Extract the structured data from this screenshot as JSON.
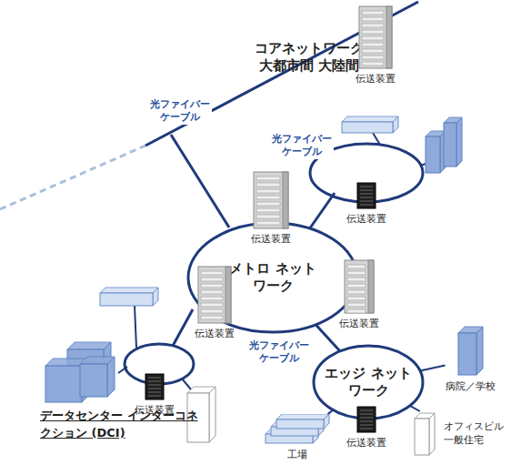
{
  "diagram": {
    "nodes": [
      {
        "text": [
          "伝送装置"
        ]
      },
      {
        "text": [
          "伝送装置"
        ]
      },
      {
        "text": [
          "伝送装置"
        ]
      },
      {
        "text": [
          "メトロ ネットワーク"
        ]
      },
      {
        "text": [
          "伝送装置"
        ]
      },
      {
        "text": [
          "伝送装置"
        ]
      },
      {
        "text": [
          "伝送装置"
        ]
      },
      {
        "text": [
          "エッジ ネットワーク"
        ]
      },
      {
        "text": [
          "病院／学校"
        ]
      },
      {
        "text": [
          "伝送装置"
        ]
      },
      {
        "text": [
          "オフィスビル 一般住宅"
        ]
      },
      {
        "text": [
          "工場"
        ]
      },
      {
        "text": [
          "データセンター インターコネクション (DCI)"
        ]
      }
    ],
    "edges": [
      {
        "from": 3,
        "to": 7,
        "arrow": "none"
      },
      {
        "from": 7,
        "to": 8,
        "arrow": "none"
      },
      {
        "from": 7,
        "to": 10,
        "arrow": "none"
      },
      {
        "from": 7,
        "to": 11,
        "arrow": "none"
      }
    ],
    "labels": [
      "コアネットワーク 大都市間 大陸間",
      "光ファイバー ケーブル",
      "光ファイバー ケーブル",
      "光ファイバー ケーブル"
    ]
  }
}
